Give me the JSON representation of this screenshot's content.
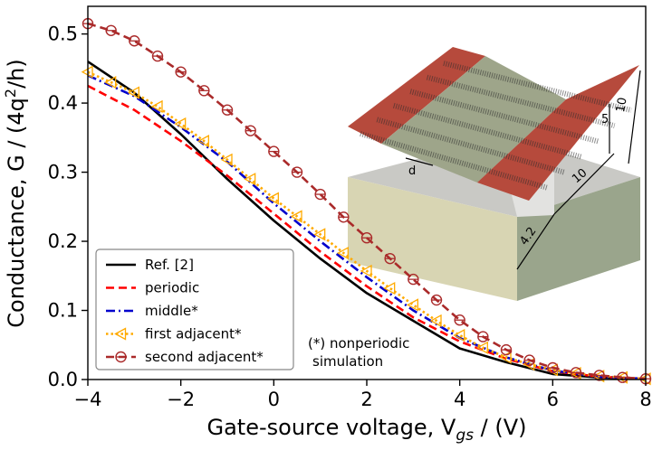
{
  "chart_data": {
    "type": "line",
    "xlabel": "Gate-source voltage, V",
    "xlabel_sub": "gs",
    "xlabel_unit": " / (V)",
    "ylabel_prefix": "Conductance, G / (4q",
    "ylabel_sup": "2",
    "ylabel_suffix": "/h)",
    "xlim": [
      -4,
      8
    ],
    "ylim": [
      0.0,
      0.54
    ],
    "xticks": [
      -4,
      -2,
      0,
      2,
      4,
      6,
      8
    ],
    "xtick_labels": [
      "−4",
      "−2",
      "0",
      "2",
      "4",
      "6",
      "8"
    ],
    "yticks": [
      0.0,
      0.1,
      0.2,
      0.3,
      0.4,
      0.5
    ],
    "ytick_labels": [
      "0.0",
      "0.1",
      "0.2",
      "0.3",
      "0.4",
      "0.5"
    ],
    "grid": false,
    "legend_position": "lower-left",
    "series": [
      {
        "name": "Ref. [2]",
        "color": "#000000",
        "style": "solid",
        "marker": "none",
        "x": [
          -4,
          -3,
          -2,
          -1,
          0,
          1,
          2,
          3,
          4,
          5,
          6,
          7,
          8
        ],
        "y": [
          0.46,
          0.415,
          0.355,
          0.29,
          0.23,
          0.175,
          0.125,
          0.085,
          0.045,
          0.025,
          0.008,
          0.003,
          0.001
        ]
      },
      {
        "name": "periodic",
        "color": "#ff0000",
        "style": "dashed",
        "marker": "none",
        "x": [
          -4,
          -3,
          -2,
          -1,
          0,
          1,
          2,
          3,
          4,
          5,
          6,
          7,
          8
        ],
        "y": [
          0.425,
          0.39,
          0.345,
          0.295,
          0.24,
          0.185,
          0.135,
          0.09,
          0.055,
          0.03,
          0.012,
          0.004,
          0.001
        ]
      },
      {
        "name": "middle*",
        "color": "#0000cc",
        "style": "dashdot",
        "marker": "none",
        "x": [
          -4,
          -3,
          -2,
          -1,
          0,
          1,
          2,
          3,
          4,
          5,
          6,
          7,
          8
        ],
        "y": [
          0.44,
          0.41,
          0.365,
          0.315,
          0.255,
          0.2,
          0.148,
          0.1,
          0.06,
          0.032,
          0.013,
          0.004,
          0.001
        ]
      },
      {
        "name": "first adjacent*",
        "color": "#ffaa00",
        "style": "dotted",
        "marker": "triangle-left",
        "x": [
          -4,
          -3.5,
          -3,
          -2.5,
          -2,
          -1.5,
          -1,
          -0.5,
          0,
          0.5,
          1,
          1.5,
          2,
          2.5,
          3,
          3.5,
          4,
          4.5,
          5,
          5.5,
          6,
          6.5,
          7,
          7.5,
          8
        ],
        "y": [
          0.445,
          0.43,
          0.415,
          0.395,
          0.37,
          0.345,
          0.318,
          0.29,
          0.262,
          0.236,
          0.21,
          0.183,
          0.157,
          0.132,
          0.108,
          0.085,
          0.064,
          0.046,
          0.032,
          0.022,
          0.014,
          0.009,
          0.005,
          0.003,
          0.001
        ]
      },
      {
        "name": "second adjacent*",
        "color": "#aa2a2a",
        "style": "dashed",
        "marker": "circle",
        "x": [
          -4,
          -3.5,
          -3,
          -2.5,
          -2,
          -1.5,
          -1,
          -0.5,
          0,
          0.5,
          1,
          1.5,
          2,
          2.5,
          3,
          3.5,
          4,
          4.5,
          5,
          5.5,
          6,
          6.5,
          7,
          7.5,
          8
        ],
        "y": [
          0.515,
          0.505,
          0.49,
          0.468,
          0.445,
          0.418,
          0.39,
          0.36,
          0.33,
          0.3,
          0.268,
          0.235,
          0.205,
          0.175,
          0.145,
          0.115,
          0.086,
          0.062,
          0.043,
          0.028,
          0.017,
          0.01,
          0.006,
          0.003,
          0.001
        ]
      }
    ],
    "annotation": [
      "(*) nonperiodic",
      "simulation"
    ],
    "inset": {
      "kind": "device-schematic",
      "labels": {
        "d": "d",
        "width": "4.2",
        "length": "10",
        "gap": "5",
        "height": "10"
      },
      "colors": {
        "contact": "#b64a3c",
        "channel": "#9ea58a",
        "substrate_top": "#c9c9c5",
        "substrate_front": "#d8d5b3",
        "substrate_side": "#9aa58c",
        "gate_back": "#e2e2e0"
      }
    }
  }
}
